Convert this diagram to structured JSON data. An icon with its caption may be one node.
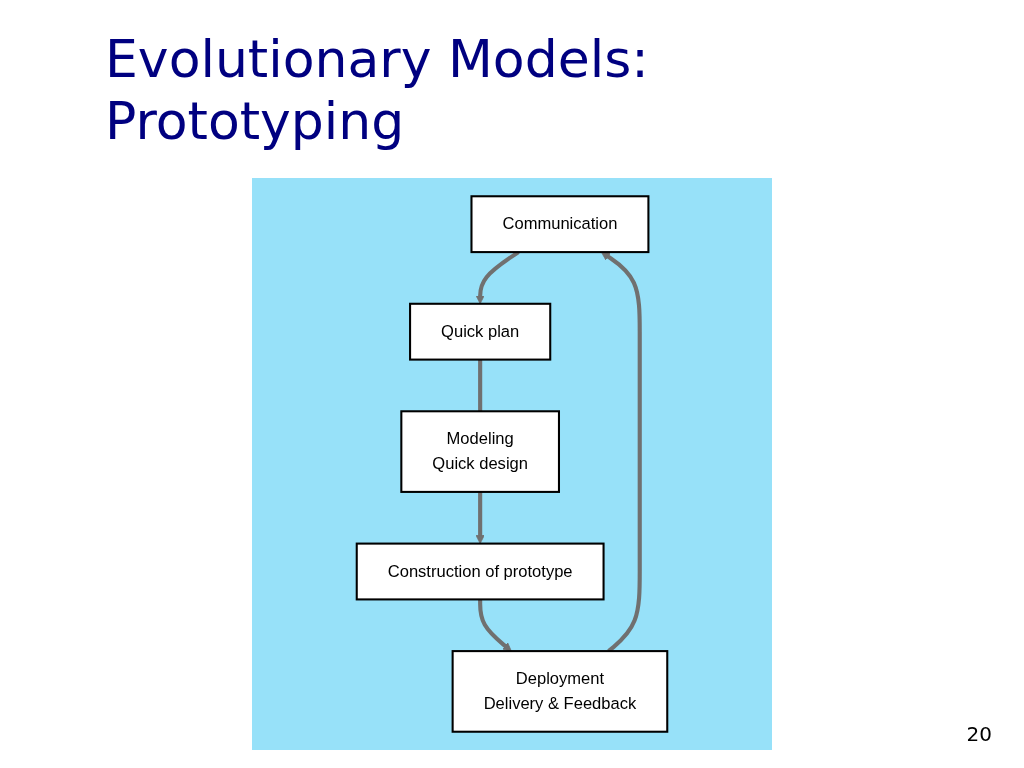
{
  "diagram": {
    "title": "Evolutionary Models: Prototyping",
    "nodes": [
      {
        "text": [
          "Communication"
        ]
      },
      {
        "text": [
          "Quick plan"
        ]
      },
      {
        "text": [
          "Modeling",
          "Quick design"
        ]
      },
      {
        "text": [
          "Construction of prototype"
        ]
      },
      {
        "text": [
          "Deployment",
          "Delivery & Feedback"
        ]
      }
    ],
    "edges": [
      {
        "from": 0,
        "to": 1,
        "arrow": "to"
      },
      {
        "from": 1,
        "to": 2,
        "arrow": "none"
      },
      {
        "from": 2,
        "to": 3,
        "arrow": "to"
      },
      {
        "from": 3,
        "to": 4,
        "arrow": "to"
      },
      {
        "from": 4,
        "to": 0,
        "arrow": "to"
      }
    ],
    "labels": [
      "20"
    ]
  }
}
